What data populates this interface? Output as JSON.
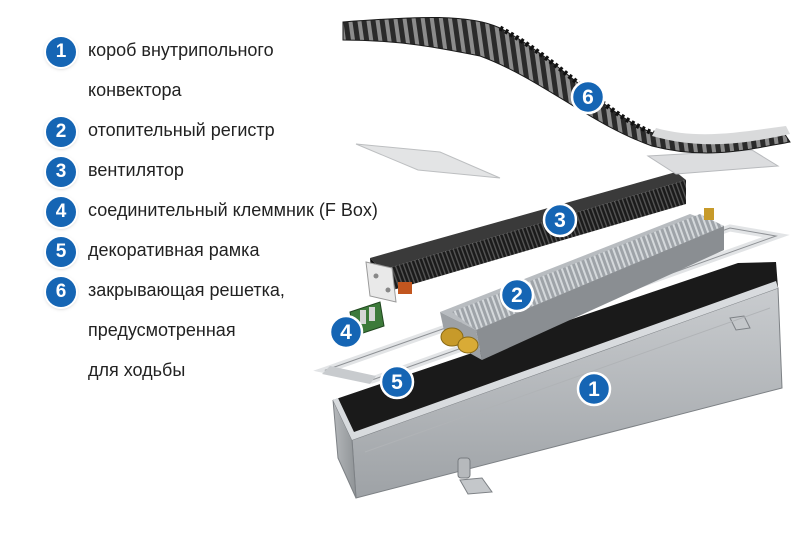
{
  "colors": {
    "badge": "#1565b4",
    "text": "#222222",
    "badge_text": "#ffffff"
  },
  "legend": [
    {
      "num": "1",
      "lines": [
        "короб внутрипольного",
        "конвектора"
      ]
    },
    {
      "num": "2",
      "lines": [
        "отопительный регистр"
      ]
    },
    {
      "num": "3",
      "lines": [
        "вентилятор"
      ]
    },
    {
      "num": "4",
      "lines": [
        "соединительный клеммник (F Box)"
      ]
    },
    {
      "num": "5",
      "lines": [
        "декоративная рамка"
      ]
    },
    {
      "num": "6",
      "lines": [
        "закрывающая решетка,",
        "предусмотренная",
        "для ходьбы"
      ]
    }
  ],
  "diagram": {
    "callouts": [
      {
        "num": "6",
        "part": "grille"
      },
      {
        "num": "3",
        "part": "fan"
      },
      {
        "num": "2",
        "part": "heat-exchanger"
      },
      {
        "num": "4",
        "part": "terminal-box"
      },
      {
        "num": "5",
        "part": "frame"
      },
      {
        "num": "1",
        "part": "trough"
      }
    ]
  }
}
